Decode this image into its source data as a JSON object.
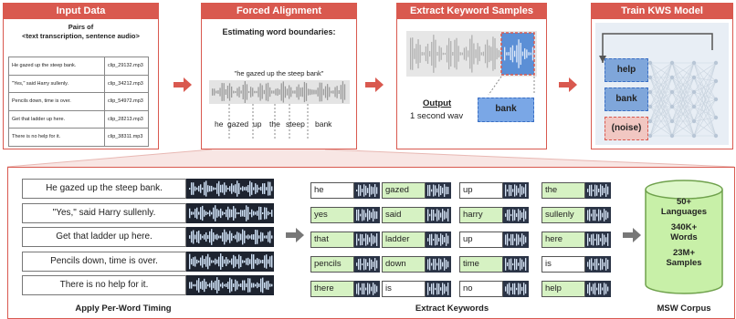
{
  "steps": {
    "input_data": "Input Data",
    "forced_alignment": "Forced Alignment",
    "extract_samples": "Extract Keyword Samples",
    "train_kws": "Train KWS Model"
  },
  "input": {
    "pairs_line1": "Pairs of",
    "pairs_line2": "<text transcription, sentence audio>",
    "rows": [
      {
        "text": "He gazed up the steep bank.",
        "file": "clip_29132.mp3"
      },
      {
        "text": "\"Yes,\" said Harry sullenly.",
        "file": "clip_34212.mp3"
      },
      {
        "text": "Pencils down, time is over.",
        "file": "clip_54972.mp3"
      },
      {
        "text": "Get that ladder up here.",
        "file": "clip_28213.mp3"
      },
      {
        "text": "There is no help for it.",
        "file": "clip_38311.mp3"
      }
    ]
  },
  "alignment": {
    "heading": "Estimating word boundaries:",
    "quote": "\"he gazed up the steep bank\"",
    "words": [
      "he",
      "gazed",
      "up",
      "the",
      "steep",
      "bank"
    ]
  },
  "extract": {
    "output_label": "Output",
    "output_desc": "1 second wav",
    "keyword": "bank"
  },
  "model": {
    "classes": [
      "help",
      "bank",
      "(noise)"
    ]
  },
  "pipeline": {
    "sentences": [
      "He gazed up the steep bank.",
      "\"Yes,\" said Harry sullenly.",
      "Get that ladder up here.",
      "Pencils down, time is over.",
      "There is no help for it."
    ],
    "keyword_columns": [
      [
        {
          "w": "he",
          "hl": false
        },
        {
          "w": "yes",
          "hl": true
        },
        {
          "w": "that",
          "hl": true
        },
        {
          "w": "pencils",
          "hl": true
        },
        {
          "w": "there",
          "hl": true
        }
      ],
      [
        {
          "w": "gazed",
          "hl": true
        },
        {
          "w": "said",
          "hl": true
        },
        {
          "w": "ladder",
          "hl": true
        },
        {
          "w": "down",
          "hl": true
        },
        {
          "w": "is",
          "hl": false
        }
      ],
      [
        {
          "w": "up",
          "hl": false
        },
        {
          "w": "harry",
          "hl": true
        },
        {
          "w": "up",
          "hl": false
        },
        {
          "w": "time",
          "hl": true
        },
        {
          "w": "no",
          "hl": false
        }
      ],
      [
        {
          "w": "the",
          "hl": true
        },
        {
          "w": "sullenly",
          "hl": true
        },
        {
          "w": "here",
          "hl": true
        },
        {
          "w": "is",
          "hl": false
        },
        {
          "w": "help",
          "hl": true
        }
      ]
    ],
    "corpus": {
      "languages": "50+",
      "languages_label": "Languages",
      "words": "340K+",
      "words_label": "Words",
      "samples": "23M+",
      "samples_label": "Samples"
    },
    "captions": {
      "timing": "Apply Per-Word Timing",
      "keywords": "Extract Keywords",
      "corpus": "MSW Corpus"
    }
  },
  "colors": {
    "accent_red": "#d9594f",
    "keyword_green": "#d6f2c3",
    "keyword_blue": "#5b8fd6",
    "corpus_green": "#c8f0a8"
  }
}
